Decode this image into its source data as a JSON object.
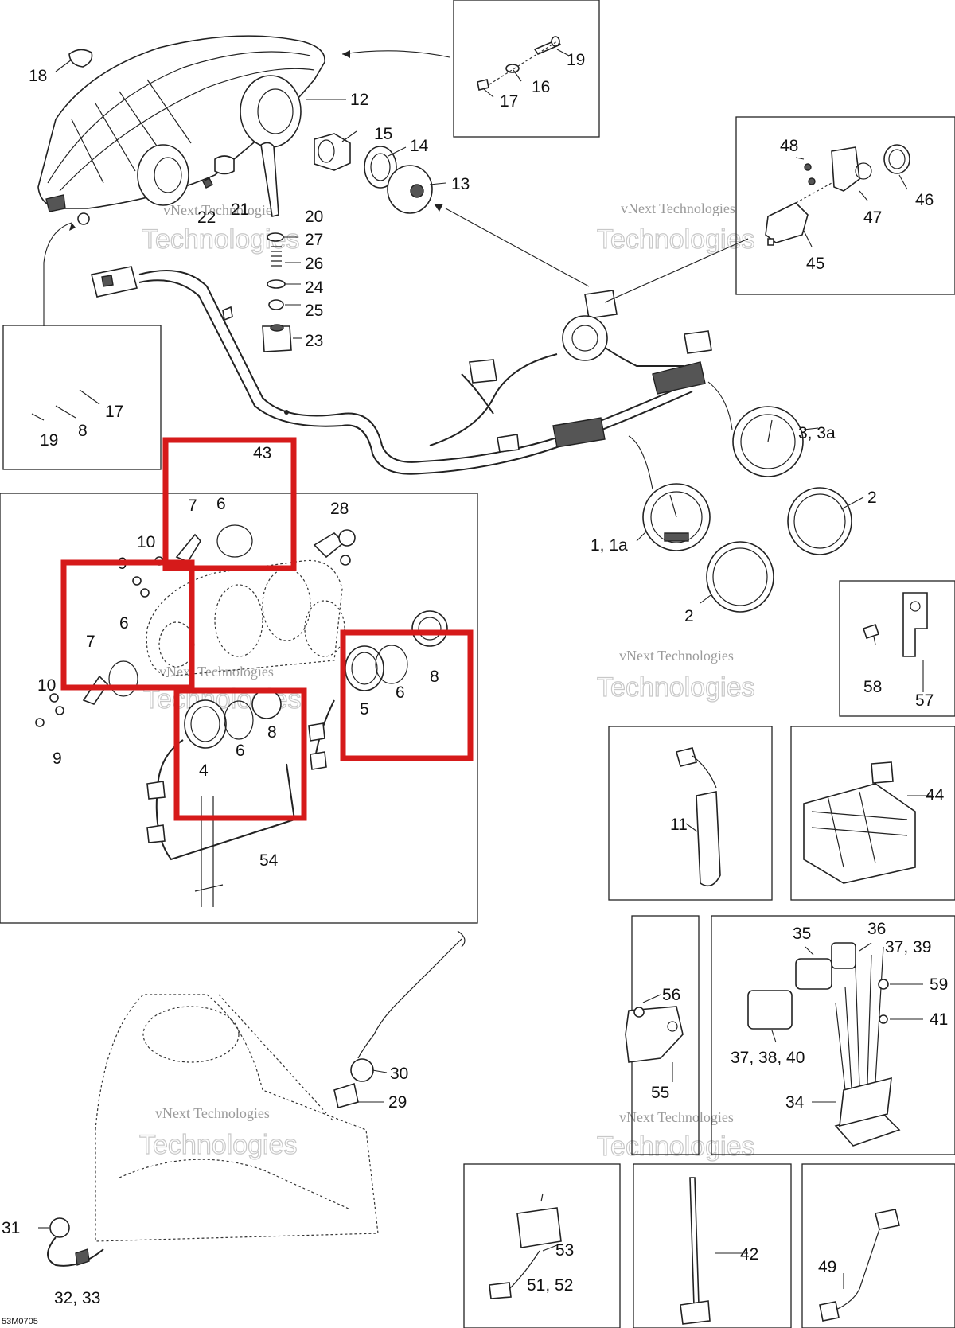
{
  "diagram_code": "53M0705",
  "watermark": {
    "line1": "vNext Technologies",
    "line2": "Technologies"
  },
  "highlight_color": "#d61a1a",
  "callouts": {
    "c18": "18",
    "c12": "12",
    "c19a": "19",
    "c16": "16",
    "c17a": "17",
    "c15": "15",
    "c14": "14",
    "c13": "13",
    "c21": "21",
    "c22": "22",
    "c20": "20",
    "c27": "27",
    "c26": "26",
    "c24": "24",
    "c25": "25",
    "c23": "23",
    "c48": "48",
    "c46": "46",
    "c47": "47",
    "c45": "45",
    "c17b": "17",
    "c19b": "19",
    "c8a": "8",
    "c43": "43",
    "c3": "3, 3a",
    "c2a": "2",
    "c1": "1, 1a",
    "c2b": "2",
    "c58": "58",
    "c57": "57",
    "c7a": "7",
    "c6a": "6",
    "c28": "28",
    "c10a": "10",
    "c9a": "9",
    "c7b": "7",
    "c6b": "6",
    "c10b": "10",
    "c9b": "9",
    "c4": "4",
    "c6c": "6",
    "c8b": "8",
    "c5": "5",
    "c6d": "6",
    "c8c": "8",
    "c54": "54",
    "c11": "11",
    "c44": "44",
    "c56": "56",
    "c55": "55",
    "c35": "35",
    "c36": "36",
    "c3739": "37, 39",
    "c59": "59",
    "c41": "41",
    "c373840": "37, 38, 40",
    "c34": "34",
    "c30": "30",
    "c29": "29",
    "c31": "31",
    "c3233": "32, 33",
    "c53": "53",
    "c5152": "51, 52",
    "c42": "42",
    "c49": "49"
  }
}
